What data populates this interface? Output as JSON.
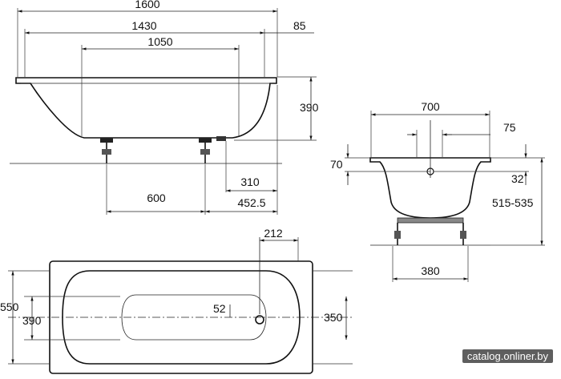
{
  "side_view": {
    "dims": {
      "overall_length": "1600",
      "inner_length": "1430",
      "rim_offset": "85",
      "bottom_length": "1050",
      "depth": "390",
      "leg_offset": "310",
      "leg_spacing": "600",
      "drain_offset": "452.5"
    }
  },
  "end_view": {
    "dims": {
      "width": "700",
      "drain_spacing": "75",
      "rim_height": "70",
      "overflow_offset": "32",
      "height": "515-535",
      "leg_span": "380"
    }
  },
  "top_view": {
    "dims": {
      "drain_distance": "212",
      "outer_width": "550",
      "inner_width": "390",
      "bottom_width": "350",
      "drain_center": "52"
    }
  },
  "watermark": "catalog.onliner.by"
}
